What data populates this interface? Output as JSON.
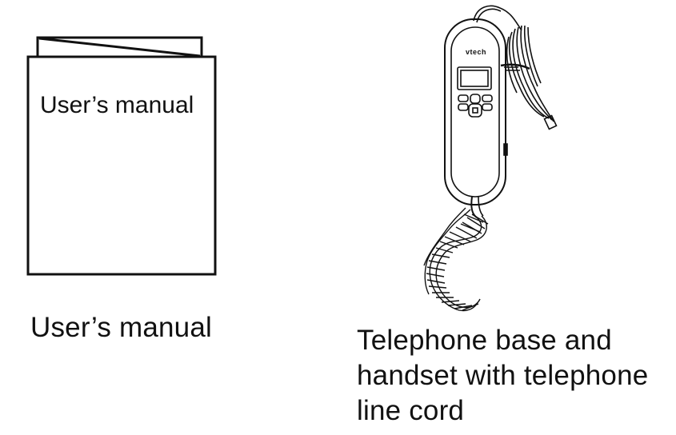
{
  "manual": {
    "cover_title": "User’s manual",
    "caption": "User’s manual"
  },
  "phone": {
    "brand": "vtech",
    "caption_lines": [
      "Telephone base and",
      "handset with telephone",
      "line cord"
    ]
  }
}
